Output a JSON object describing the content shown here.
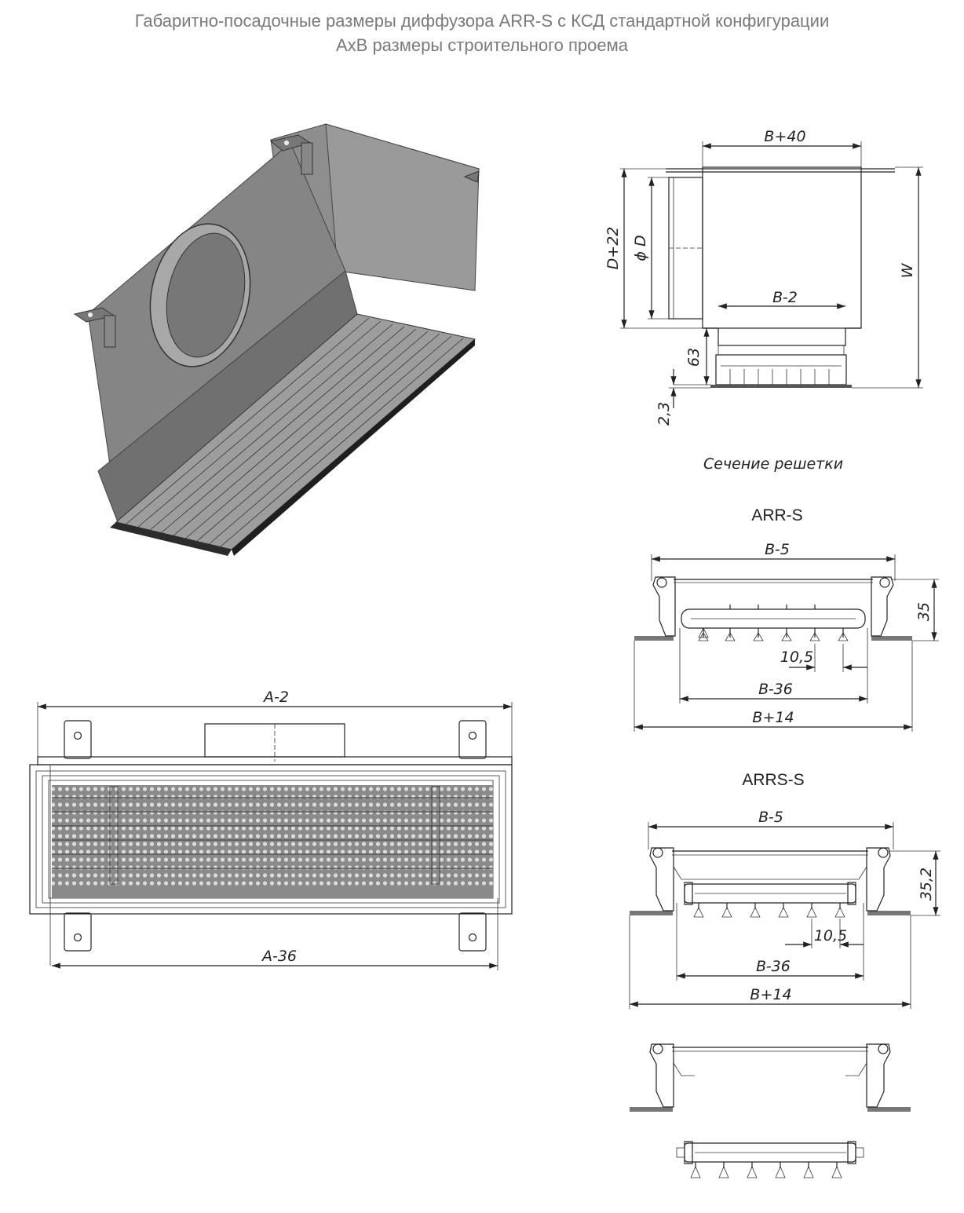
{
  "header": {
    "title_line1": "Габаритно-посадочные размеры диффузора ARR-S с КСД стандартной конфигурации",
    "title_line2": "АхВ размеры строительного проема"
  },
  "side_view": {
    "dim_width": "B+40",
    "dim_height_outer": "D+22",
    "dim_diameter": "ϕ D",
    "dim_inner": "B-2",
    "dim_63": "63",
    "dim_23": "2,3",
    "dim_w": "W"
  },
  "section_caption": "Сечение решетки",
  "arr_s": {
    "label": "ARR-S",
    "dim_top": "B-5",
    "dim_height": "35",
    "dim_pitch": "10,5",
    "dim_inner": "B-36",
    "dim_outer": "B+14"
  },
  "arrs_s": {
    "label": "ARRS-S",
    "dim_top": "B-5",
    "dim_height": "35,2",
    "dim_pitch": "10,5",
    "dim_inner": "B-36",
    "dim_outer": "B+14"
  },
  "front_view": {
    "dim_top": "A-2",
    "dim_bottom": "A-36"
  },
  "colors": {
    "title": "#7a7a7a",
    "metal": "#8c8c8c",
    "metal_dark": "#5f5f5f",
    "metal_light": "#b5b5b5"
  }
}
